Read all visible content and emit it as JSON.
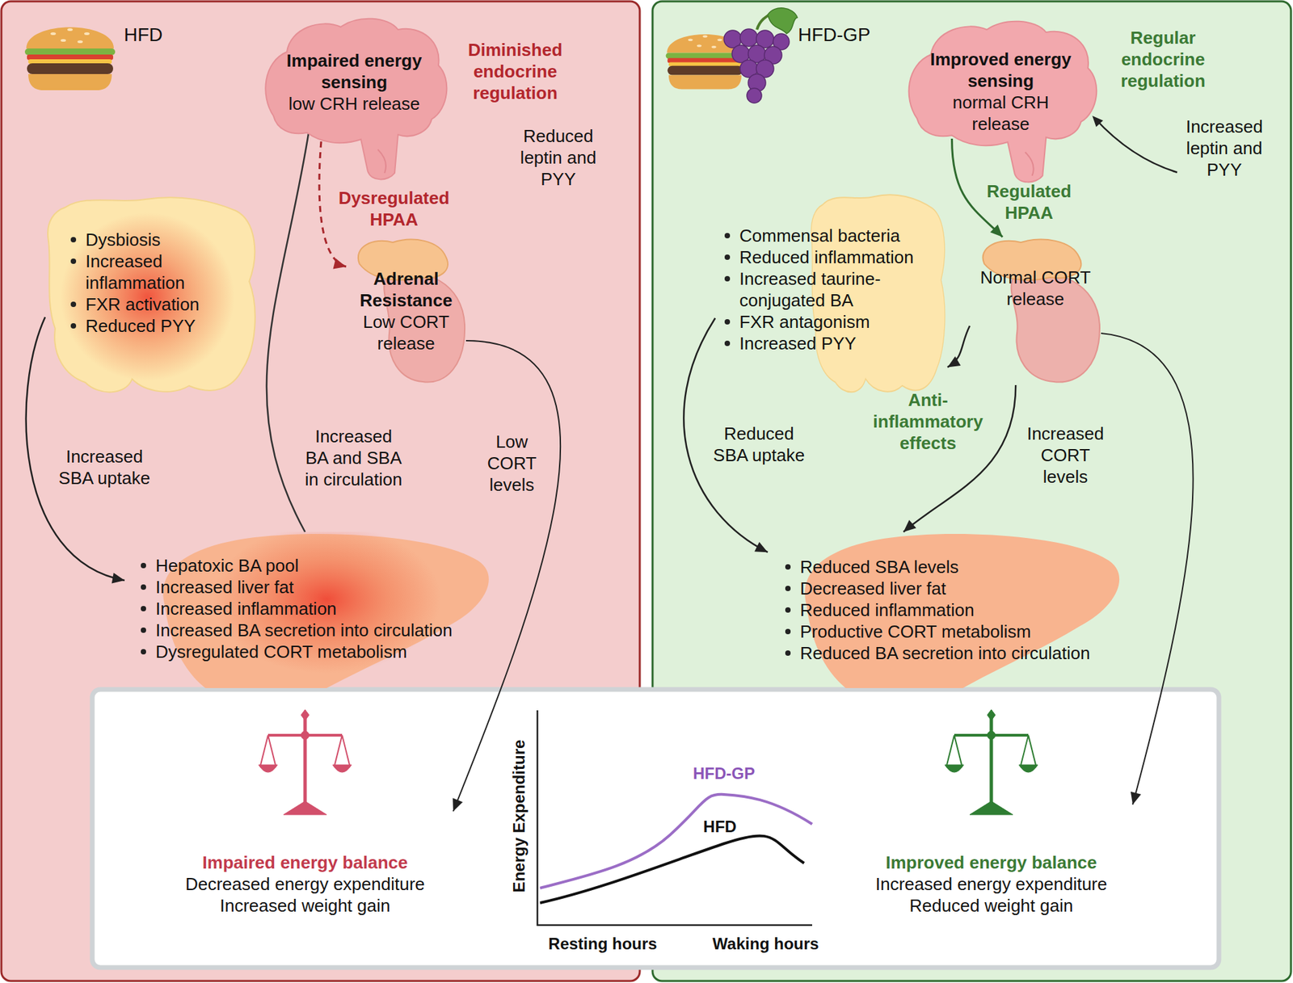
{
  "diagram": {
    "nodes": [
      {
        "text": [
          "HFD"
        ]
      },
      {
        "text": [
          "Impaired energy sensing",
          "low CRH release"
        ],
        "in": 0
      },
      {
        "text": [
          "Dysbiosis",
          "Increased inflammation",
          "FXR activation",
          "Reduced PYY"
        ],
        "in": 0
      },
      {
        "text": [
          "Adrenal Resistance",
          "Low CORT release"
        ],
        "in": 0
      },
      {
        "text": [
          "Hepatoxic BA pool",
          "Increased liver fat",
          "Increased inflammation",
          "Increased BA secretion into circulation",
          "Dysregulated CORT metabolism"
        ],
        "in": 0
      },
      {
        "text": [
          "HFD-GP"
        ]
      },
      {
        "text": [
          "Improved energy sensing",
          "normal CRH release"
        ],
        "in": 5
      },
      {
        "text": [
          "Commensal bacteria",
          "Reduced inflammation",
          "Increased taurine-conjugated BA",
          "FXR antagonism",
          "Increased PYY"
        ],
        "in": 5
      },
      {
        "text": [
          "Normal CORT release"
        ],
        "in": 5
      },
      {
        "text": [
          "Reduced SBA levels",
          "Decreased liver fat",
          "Reduced inflammation",
          "Productive CORT metabolism",
          "Reduced BA secretion into circulation"
        ],
        "in": 5
      },
      {
        "text": [
          "Impaired energy balance",
          "Decreased energy expenditure",
          "Increased weight gain"
        ]
      },
      {
        "text": [
          "Energy Expenditure",
          "HFD-GP",
          "HFD",
          "Resting hours",
          "Waking hours"
        ]
      },
      {
        "text": [
          "Improved energy balance",
          "Increased energy expenditure",
          "Reduced weight gain"
        ]
      }
    ],
    "edges": [
      {
        "from": 2,
        "to": 4,
        "label": "Increased SBA uptake",
        "arrow": "to"
      },
      {
        "from": 4,
        "to": 1,
        "label": "Increased BA and SBA in circulation",
        "arrow": "to"
      },
      {
        "from": 1,
        "to": 3,
        "label": "Dysregulated HPAA",
        "arrow": "to"
      },
      {
        "from": 3,
        "to": 10,
        "label": "Low CORT levels",
        "arrow": "to"
      },
      {
        "from": 7,
        "to": 9,
        "label": "Reduced SBA uptake",
        "arrow": "to"
      },
      {
        "from": 6,
        "to": 8,
        "label": "Regulated HPAA",
        "arrow": "to"
      },
      {
        "from": 8,
        "to": 7,
        "arrow": "to"
      },
      {
        "from": 8,
        "to": 9,
        "label": "Anti-inflammatory effects",
        "arrow": "to"
      },
      {
        "from": 8,
        "to": 12,
        "label": "Increased CORT levels",
        "arrow": "to"
      }
    ],
    "labels": [
      "Diminished endocrine regulation",
      "Reduced leptin and PYY",
      "Regular endocrine regulation",
      "Increased leptin and PYY"
    ]
  }
}
